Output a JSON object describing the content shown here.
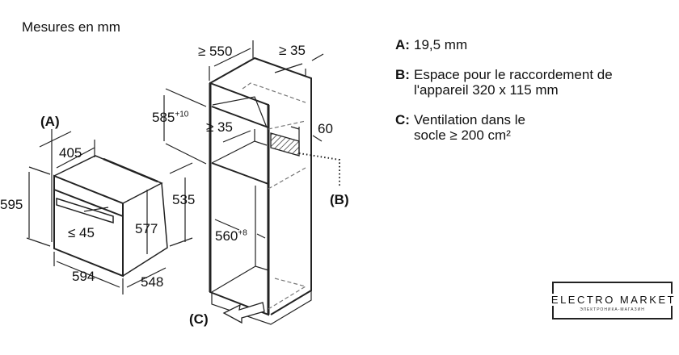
{
  "header": {
    "units_label": "Mesures en mm"
  },
  "legend": [
    {
      "key": "A:",
      "text": "19,5 mm"
    },
    {
      "key": "B:",
      "text": "Espace pour le raccordement de l'appareil 320 x 115 mm"
    },
    {
      "key": "C:",
      "text": "Ventilation dans le socle ≥ 200 cm²"
    }
  ],
  "oven": {
    "label_a": "(A)",
    "depth_top": "405",
    "height": "595",
    "door_gap": "≤ 45",
    "front_height": "577",
    "side_height": "535",
    "width": "594",
    "depth": "548"
  },
  "cabinet": {
    "depth_min": "≥ 550",
    "rear_gap": "≥ 35",
    "niche_height": "585",
    "niche_height_tol": "+10",
    "shelf_gap": "≥ 35",
    "vent": "60",
    "label_b": "(B)",
    "niche_width": "560",
    "niche_width_tol": "+8",
    "label_c": "(C)"
  },
  "logo": {
    "brand": "ELECTRO MARKET",
    "tagline": "ЭЛЕКТРОНИКА-МАГАЗИН"
  }
}
